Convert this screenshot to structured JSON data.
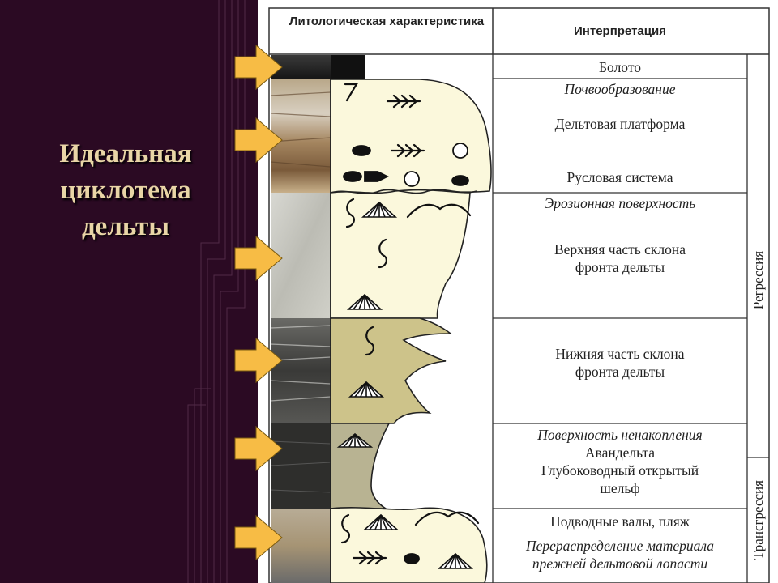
{
  "slide": {
    "title_lines": [
      "Идеальная",
      "циклотема",
      "дельты"
    ]
  },
  "table": {
    "header_litho": "Литологическая характеристика",
    "header_interp": "Интерпретация",
    "rows": [
      {
        "lines": [
          "Болото"
        ],
        "style": "normal"
      },
      {
        "lines": [
          "Почвообразование"
        ],
        "style": "italic"
      },
      {
        "lines": [
          "Дельтовая платформа"
        ],
        "style": "normal"
      },
      {
        "lines": [
          "Русловая система"
        ],
        "style": "normal"
      },
      {
        "lines": [
          "Эрозионная поверхность"
        ],
        "style": "italic"
      },
      {
        "lines": [
          "Верхняя часть склона",
          "фронта дельты"
        ],
        "style": "normal"
      },
      {
        "lines": [
          "Нижняя часть склона",
          "фронта дельты"
        ],
        "style": "normal"
      },
      {
        "lines": [
          "Поверхность ненакопления"
        ],
        "style": "italic"
      },
      {
        "lines": [
          "Авандельта",
          "Глубоководный открытый",
          "шельф"
        ],
        "style": "normal"
      },
      {
        "lines": [
          "Подводные валы, пляж"
        ],
        "style": "normal"
      },
      {
        "lines": [
          "Перераспределение материала",
          "прежней дельтовой лопасти"
        ],
        "style": "italic"
      }
    ],
    "side_labels": {
      "regression": "Регрессия",
      "transgression": "Трансгрессия"
    }
  },
  "colors": {
    "background": "#2b0a23",
    "title": "#e9d5a6",
    "arrow": "#f7bc45",
    "sand_fill": "#fbf8dc",
    "silt_fill": "#cdc38a",
    "clay_fill": "#b8b392"
  },
  "icons": [
    "root-icon",
    "plant-icon",
    "pebble-icon",
    "shell-icon",
    "burrow-icon",
    "arrow-right-icon"
  ]
}
